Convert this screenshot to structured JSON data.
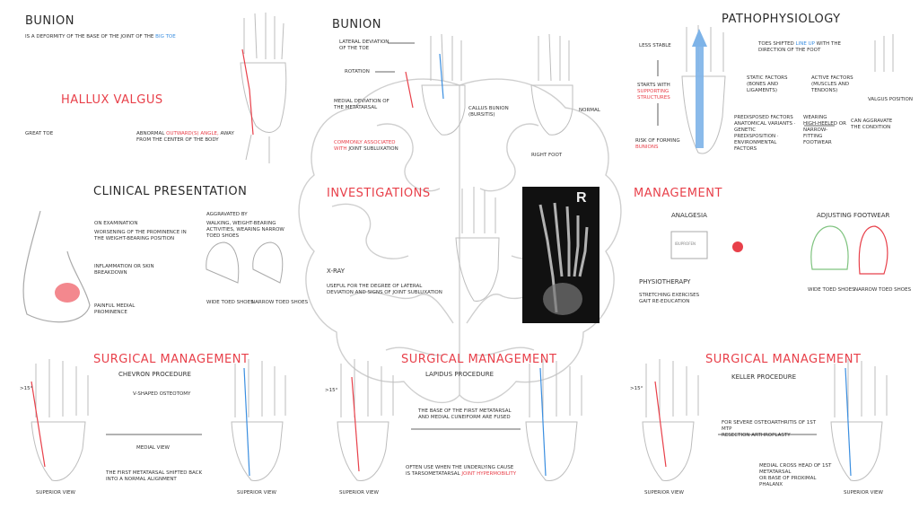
{
  "bunion1": {
    "title": "Bunion",
    "def_a": "is a deformity of the base of the joint of the ",
    "def_b": "big toe",
    "hallux": "Hallux valgus",
    "great_toe": "Great toe",
    "abnormal_a": "Abnormal ",
    "abnormal_b": "outward(s) angle,",
    "abnormal_c": "away from the center of the body"
  },
  "bunion2": {
    "title": "Bunion",
    "lat_dev": "Lateral deviation of the toe",
    "rotation": "rotation",
    "med_dev": "Medial deviation of the metatarsal",
    "callus": "Callus bunion (bursitis)",
    "normal": "Normal",
    "commonly_a": "commonly associated with",
    "commonly_b": "joint subluxation",
    "right_foot": "Right foot"
  },
  "patho": {
    "title": "Pathophysiology",
    "less_stable": "Less stable",
    "toes_shifted_a": "Toes shifted ",
    "toes_shifted_b": "line up",
    "toes_shifted_c": "with the direction of the foot",
    "starts_a": "starts with",
    "starts_b": "supporting structures",
    "risk_a": "risk of forming",
    "risk_b": "bunions",
    "static": "static factors (bones and ligaments)",
    "active": "active factors (muscles and tendons)",
    "predisposed": "predisposed factors",
    "predisposed_list": "anatomical variants · genetic predisposition · environmental factors",
    "wearing": "wearing",
    "high_heels": "high-heeled or narrow-fitting footwear",
    "can_aggravate": "can aggravate",
    "the_condition": "the condition",
    "valgus_position": "valgus position"
  },
  "clinical": {
    "title": "Clinical presentation",
    "on_exam": "On examination",
    "worsening": "worsening of the prominence in the weight-bearing position",
    "inflammation": "inflammation or skin breakdown",
    "painful": "painful medial prominence",
    "aggravated": "Aggravated by",
    "aggravated_list": "walking, weight-bearing activities, wearing narrow toed shoes",
    "wide_toe": "wide toed shoes",
    "narrow_toe": "narrow toed shoes"
  },
  "investigations": {
    "title": "Investigations",
    "xray": "X-ray",
    "xray_desc": "useful for the degree of lateral deviation and signs of joint subluxation",
    "xray_marker": "R"
  },
  "management": {
    "title": "Management",
    "analgesia": "Analgesia",
    "footwear": "Adjusting footwear",
    "physio": "Physiotherapy",
    "stretching": "stretching exercises gait re-education",
    "wide_toe": "wide toed shoes",
    "narrow_toe": "narrow toed shoes",
    "pill_label": "Ibuprofen"
  },
  "surg1": {
    "title": "Surgical management",
    "procedure": "Chevron procedure",
    "osteotomy": "V-shaped osteotomy",
    "medial_view": "medial view",
    "shifted_a": "The first metatarsal shifted back",
    "shifted_b": "into a normal alignment",
    "sup1": "superior view",
    "sup2": "superior view",
    "angle": ">15°"
  },
  "surg2": {
    "title": "Surgical management",
    "procedure": "Lapidus procedure",
    "fusion_a": "The base of the first metatarsal",
    "fusion_b": "and medial cuneiform are fused",
    "often_a": "Often use when the underlying cause",
    "often_b": "is tarsometatarsal ",
    "often_c": "joint hypermobility",
    "sup": "superior view",
    "angle": ">15°"
  },
  "surg3": {
    "title": "Surgical management",
    "procedure": "Keller procedure",
    "severe_a": "for severe osteoarthritis of 1st MTP",
    "severe_b": "resection arthroplasty",
    "remove_a": "Medial cross head of 1st metatarsal",
    "remove_b": "or base of proximal phalanx",
    "sup1": "superior view",
    "sup2": "superior view",
    "angle": ">15°"
  },
  "colors": {
    "red": "#e8404a",
    "blue": "#3a8ee0",
    "ink": "#2a2a2a"
  }
}
